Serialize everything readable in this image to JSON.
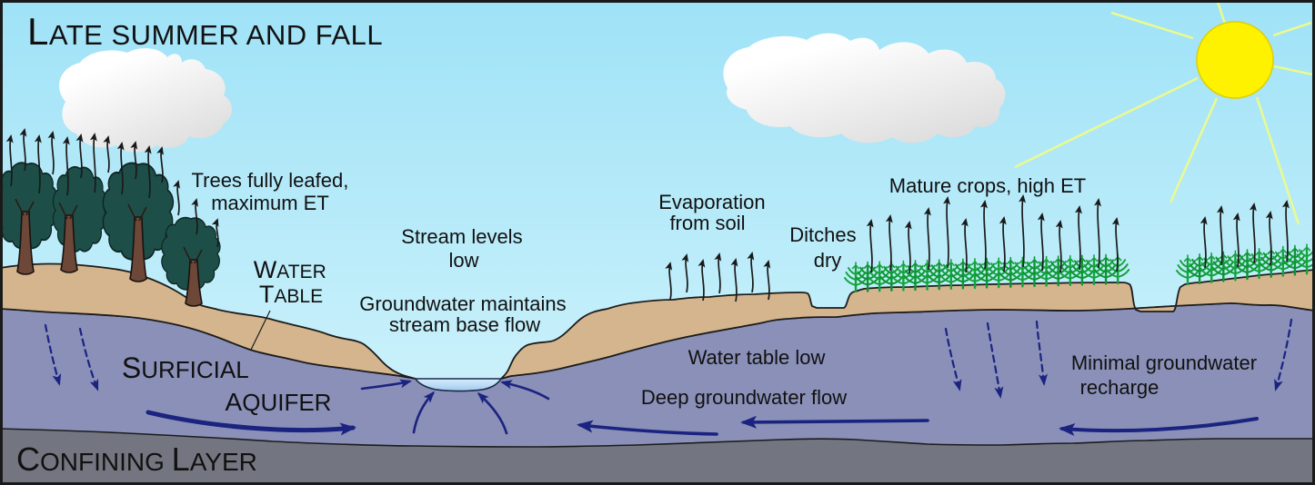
{
  "title": {
    "lead": "L",
    "rest": "ATE SUMMER AND FALL"
  },
  "labels": {
    "trees_et": {
      "line1": "Trees fully leafed,",
      "line2": "maximum ET"
    },
    "water_table_label": {
      "word1": {
        "lead": "W",
        "rest": "ATER"
      },
      "word2": {
        "lead": "T",
        "rest": "ABLE"
      }
    },
    "stream_levels": {
      "line1": "Stream levels",
      "line2": "low"
    },
    "groundwater_maintains": {
      "line1": "Groundwater maintains",
      "line2": "stream base flow"
    },
    "evaporation": {
      "line1": "Evaporation",
      "line2": "from soil"
    },
    "ditches": {
      "line1": "Ditches",
      "line2": "dry"
    },
    "mature_crops": "Mature crops, high ET",
    "water_table_low": "Water table low",
    "deep_flow": "Deep groundwater flow",
    "minimal_recharge": {
      "line1": "Minimal groundwater",
      "line2": "recharge"
    },
    "surficial": {
      "lead": "S",
      "rest": "URFICIAL"
    },
    "aquifer": {
      "lead": "A",
      "rest": "QUIFER"
    },
    "confining": {
      "word1": {
        "lead": "C",
        "rest": "ONFINING"
      },
      "word2": {
        "lead": "L",
        "rest": "AYER"
      }
    }
  },
  "colors": {
    "sky_top": "#9fe2f7",
    "sky_bottom": "#cdf2fb",
    "sun": "#fff200",
    "sun_edge": "#ddcf00",
    "sun_ray": "#e9fa90",
    "cloud_light": "#ffffff",
    "cloud_shade": "#dedede",
    "soil": "#d5b58d",
    "aquifer": "#8a90b8",
    "confining": "#737680",
    "stream_top": "#d6eefc",
    "stream_bottom": "#a2c9f0",
    "foliage": "#1d4f48",
    "trunk": "#6d4737",
    "crop_green": "#14a33c",
    "crop_green_dark": "#0e9434",
    "flow_arrow": "#1b2380",
    "et_arrow": "#1a1a1a",
    "outline": "#1c1c1c",
    "text": "#111111"
  }
}
